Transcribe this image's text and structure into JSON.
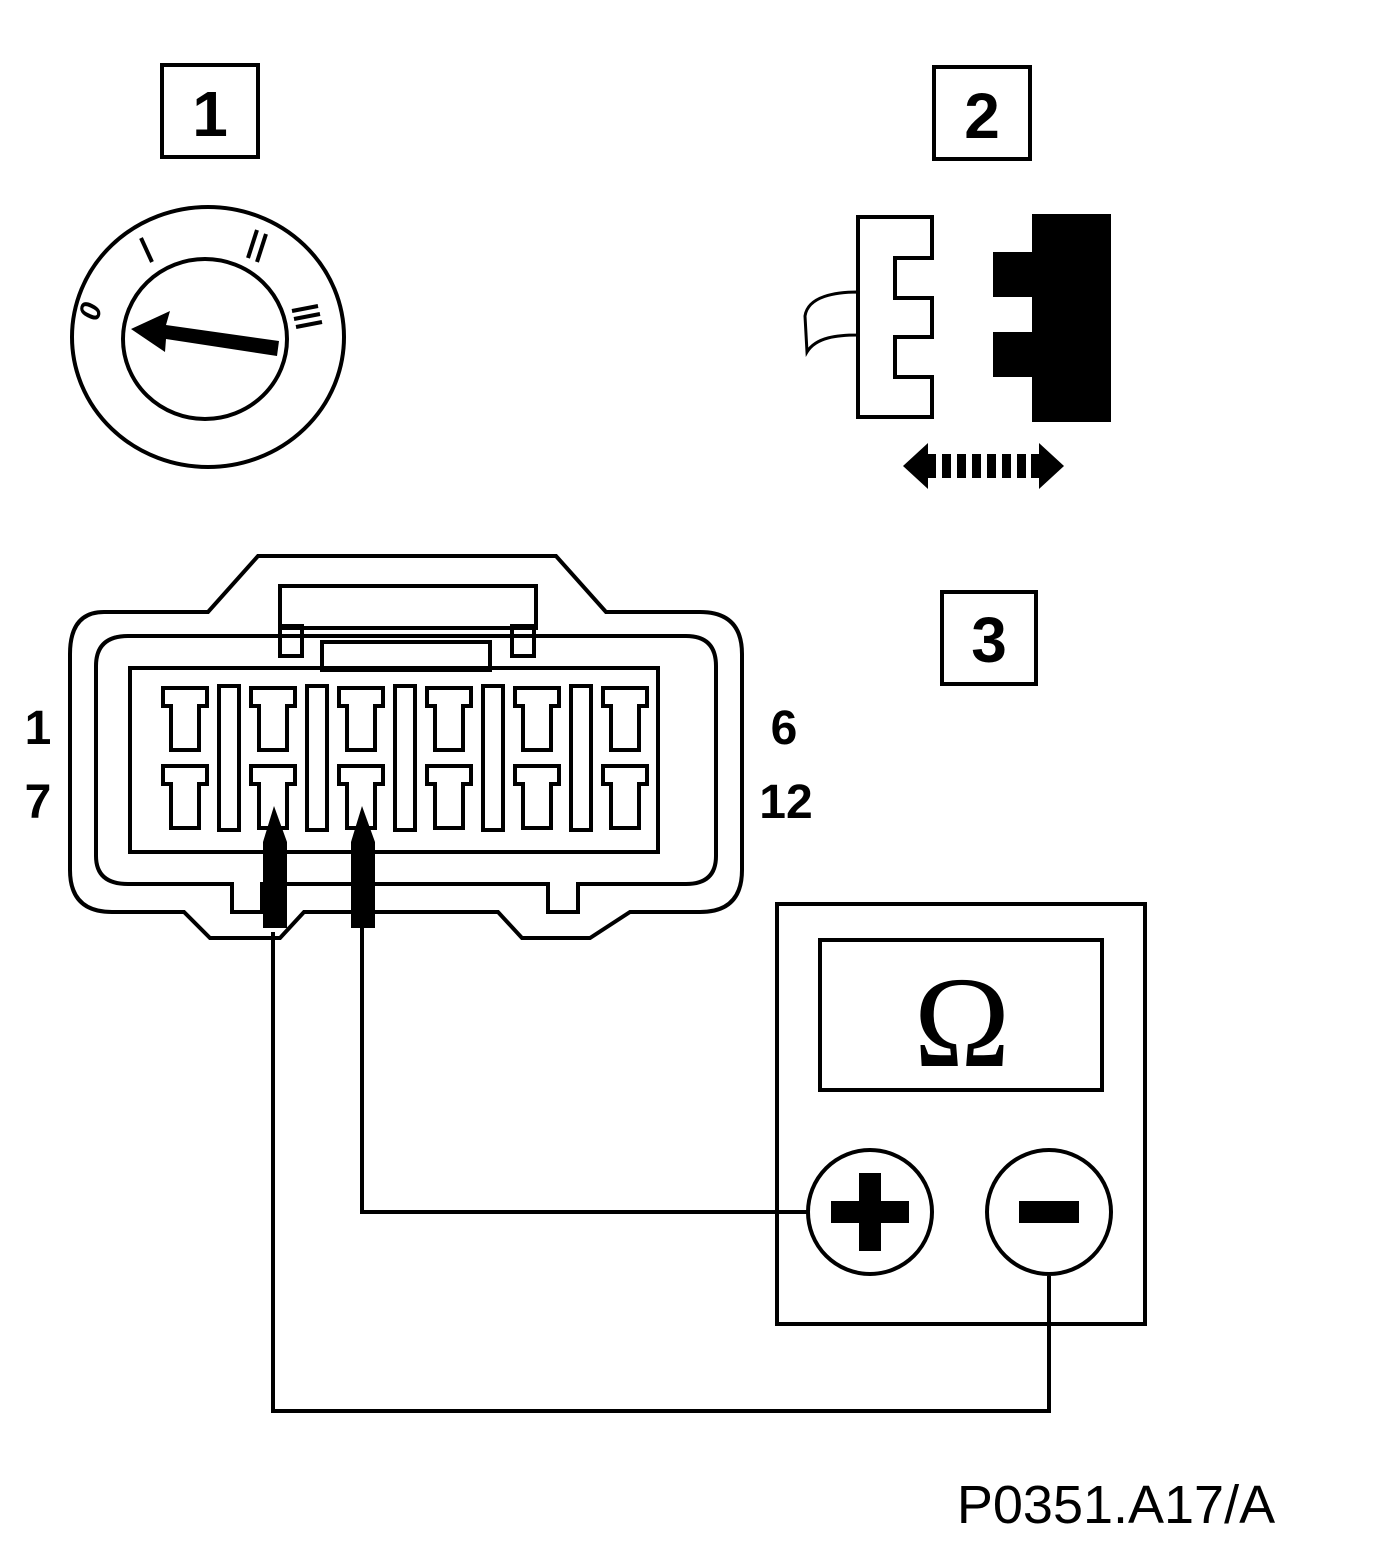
{
  "steps": [
    {
      "label": "1"
    },
    {
      "label": "2"
    },
    {
      "label": "3"
    }
  ],
  "dial": {
    "marks": [
      "0",
      "I",
      "II",
      "III"
    ]
  },
  "connector": {
    "pin_labels": {
      "top_left": "1",
      "bottom_left": "7",
      "top_right": "6",
      "bottom_right": "12"
    }
  },
  "meter": {
    "display_symbol": "Ω",
    "positive_symbol": "+",
    "negative_symbol": "−"
  },
  "reference_code": "P0351.A17/A"
}
